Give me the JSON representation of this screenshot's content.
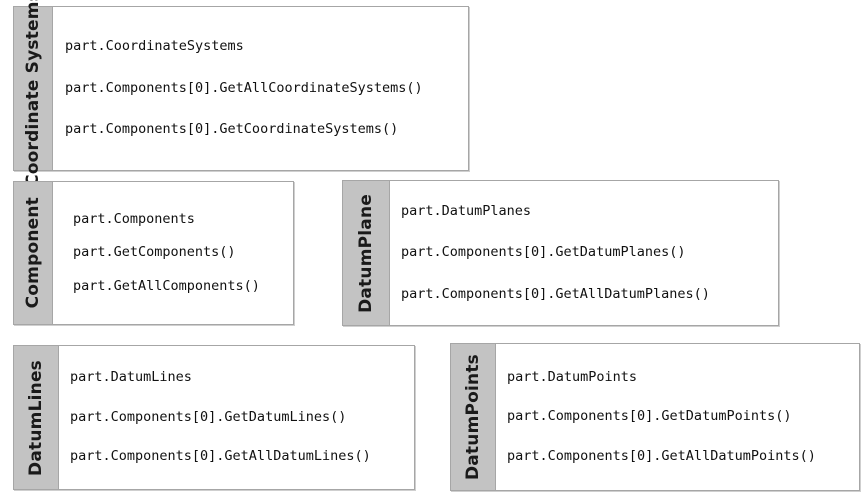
{
  "diagram": {
    "style": {
      "band_color": "#c3c3c3",
      "border_color": "#a6a6a6",
      "body_color": "#ffffff",
      "text_color": "#111111"
    },
    "cards": [
      {
        "id": "coordinate-systems",
        "title": "Coordinate Systems",
        "lines": [
          "part.CoordinateSystems",
          "part.Components[0].GetAllCoordinateSystems()",
          "part.Components[0].GetCoordinateSystems()"
        ]
      },
      {
        "id": "component",
        "title": "Component",
        "lines": [
          "part.Components",
          "part.GetComponents()",
          "part.GetAllComponents()"
        ]
      },
      {
        "id": "datumplane",
        "title": "DatumPlane",
        "lines": [
          "part.DatumPlanes",
          "part.Components[0].GetDatumPlanes()",
          "part.Components[0].GetAllDatumPlanes()"
        ]
      },
      {
        "id": "datumlines",
        "title": "DatumLines",
        "lines": [
          "part.DatumLines",
          "part.Components[0].GetDatumLines()",
          "part.Components[0].GetAllDatumLines()"
        ]
      },
      {
        "id": "datumpoints",
        "title": "DatumPoints",
        "lines": [
          "part.DatumPoints",
          "part.Components[0].GetDatumPoints()",
          "part.Components[0].GetAllDatumPoints()"
        ]
      }
    ]
  }
}
